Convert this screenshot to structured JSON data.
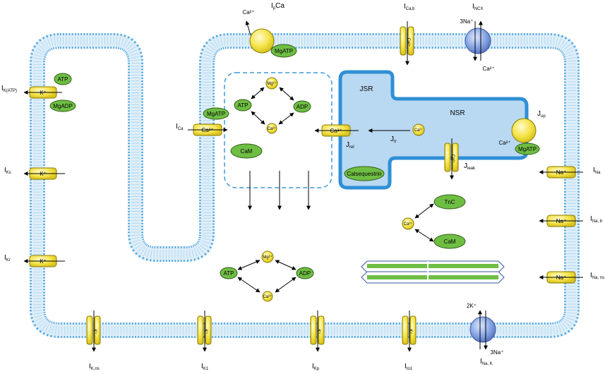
{
  "colors": {
    "membrane": "#4aa3df",
    "membrane_light": "#bfe1f6",
    "sr_fill": "#b9d8f2",
    "sr_border": "#2f8fd6",
    "channel": "#f5e44a",
    "channel_stroke": "#8a7a00",
    "enzyme": "#6fbe44",
    "enzyme_stroke": "#2f5e17",
    "exchanger": "#8aa8e6",
    "myofilament": "#6fbe44"
  },
  "currents": {
    "ipca_main": "I",
    "ipca_sub": "p",
    "ipca_tail": "Ca",
    "icab_main": "I",
    "icab_sub": "Ca,b",
    "incx_main": "I",
    "incx_sub": "NCX",
    "ikatp_main": "I",
    "ikatp_sub": "K(ATP)",
    "iks_main": "I",
    "iks_sub": "Ks",
    "ikr_main": "I",
    "ikr_sub": "Kr",
    "ica_main": "I",
    "ica_sub": "Ca",
    "ina_main": "I",
    "ina_sub": "Na",
    "inab_main": "I",
    "inab_sub": "Na, b",
    "inans_main": "I",
    "inans_sub": "Na, ns",
    "ikns_main": "I",
    "ikns_sub": "K,ns",
    "ik1_main": "I",
    "ik1_sub": "K1",
    "ikp_main": "I",
    "ikp_sub": "Kp",
    "ito1_main": "I",
    "ito1_sub": "to1",
    "inak_main": "I",
    "inak_sub": "Na, K"
  },
  "fluxes": {
    "jup_main": "J",
    "jup_sub": "up",
    "jrel_main": "J",
    "jrel_sub": "rel",
    "jtr_main": "J",
    "jtr_sub": "tr",
    "jleak_main": "J",
    "jleak_sub": "leak"
  },
  "compartments": {
    "jsr": "JSR",
    "nsr": "NSR"
  },
  "ions": {
    "ca": "Ca²⁺",
    "k": "K⁺",
    "na": "Na⁺",
    "mg": "Mg²⁺",
    "three_na": "3Na⁺",
    "two_k": "2K⁺"
  },
  "molecules": {
    "atp": "ATP",
    "adp": "ADP",
    "mgatp": "MgATP",
    "mgadp": "MgADP",
    "cam": "CaM",
    "tnc": "TnC",
    "calsequestrin": "Calsequestrin"
  }
}
